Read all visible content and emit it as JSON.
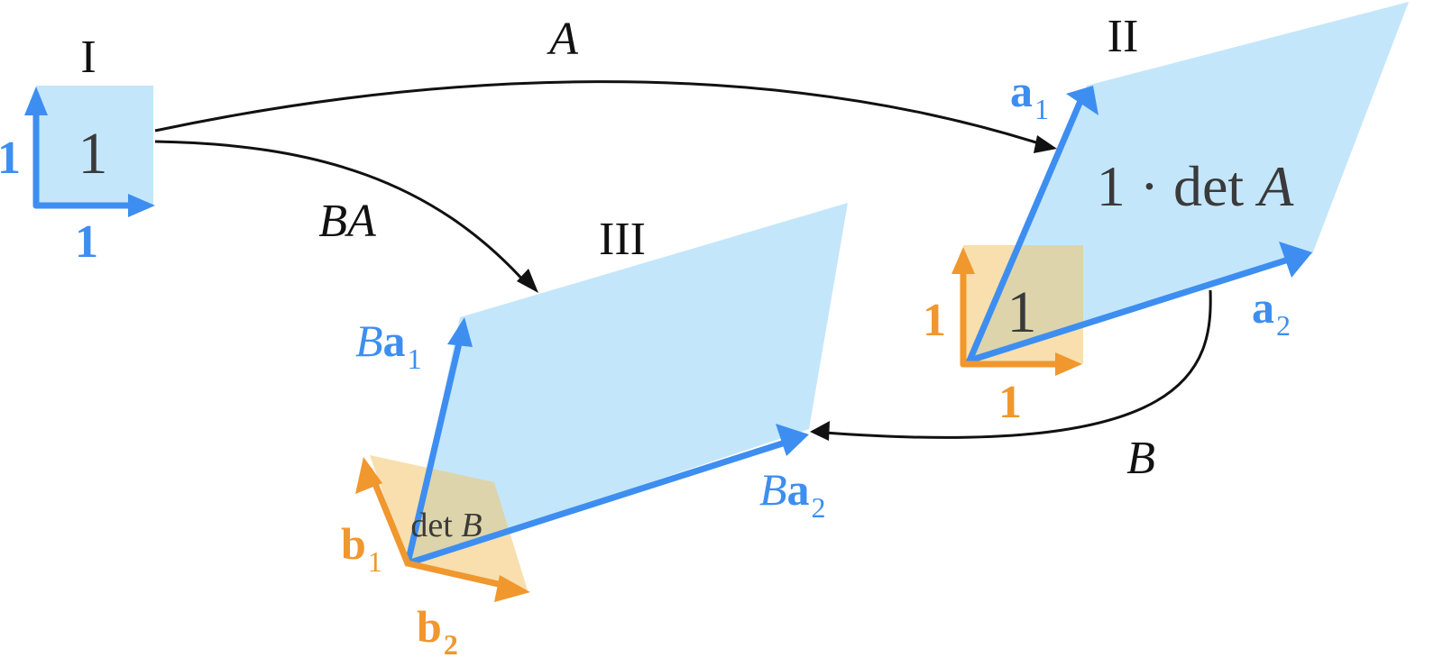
{
  "regions": {
    "I": {
      "roman": "I",
      "area": "1",
      "vec_x_label": "1",
      "vec_y_label": "1"
    },
    "II": {
      "roman": "II",
      "area": "1 · det ",
      "area_var": "A",
      "a1": "a",
      "a1_sub": "1",
      "a2": "a",
      "a2_sub": "2",
      "unit_area": "1",
      "unit_x_label": "1",
      "unit_y_label": "1"
    },
    "III": {
      "roman": "III",
      "Ba1_B": "B",
      "Ba1": "a",
      "Ba1_sub": "1",
      "Ba2_B": "B",
      "Ba2": "a",
      "Ba2_sub": "2",
      "b1": "b",
      "b1_sub": "1",
      "b2": "b",
      "b2_sub": "2",
      "detB": "det ",
      "detB_var": "B"
    }
  },
  "maps": {
    "A": "A",
    "BA": "BA",
    "B": "B"
  },
  "colors": {
    "blue_fill": "#c4e6fa",
    "blue_vector": "#3d8ef0",
    "orange_fill": "#f2c46a",
    "orange_vector": "#f0972e",
    "arrow": "#111111"
  }
}
